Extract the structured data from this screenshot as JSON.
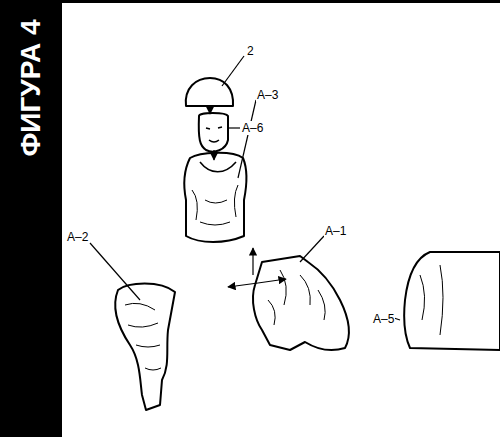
{
  "diagram": {
    "title": "ФИГУРА 4",
    "labels": [
      "2",
      "A–6",
      "A–3",
      "A–1",
      "A–2",
      "A–5"
    ]
  }
}
